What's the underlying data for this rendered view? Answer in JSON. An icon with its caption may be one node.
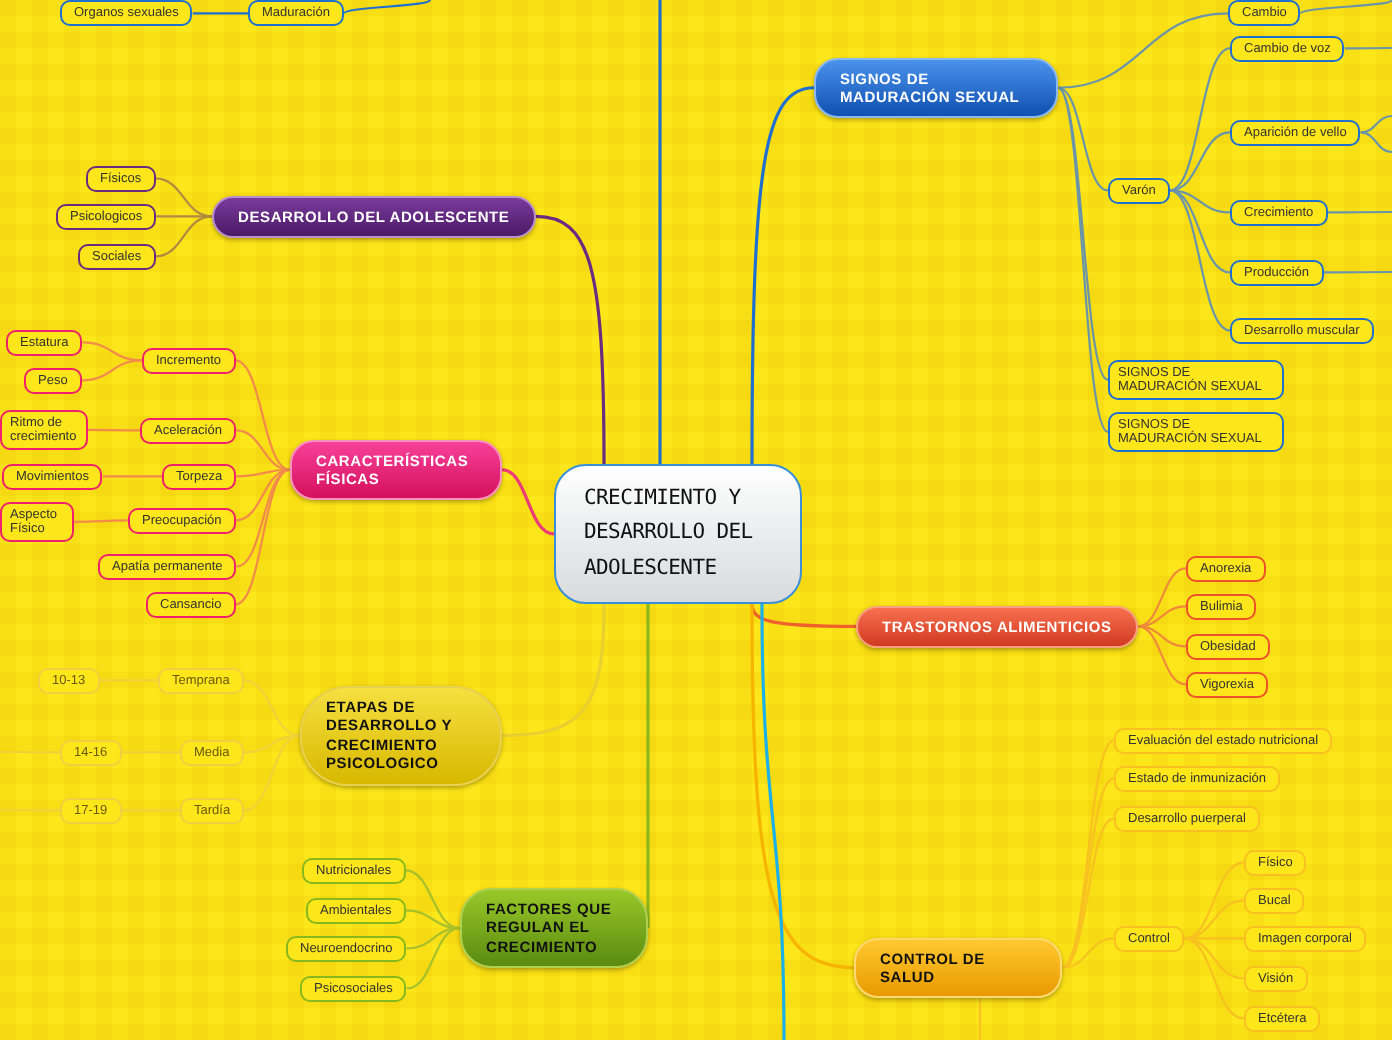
{
  "diagram": {
    "nodes": [
      {
        "text": [
          "CRECIMIENTO Y DESARROLLO DEL ADOLESCENTE"
        ]
      },
      {
        "text": [
          "Organos sexuales"
        ]
      },
      {
        "text": [
          "Maduración"
        ]
      },
      {
        "text": [
          "DESARROLLO DEL ADOLESCENTE"
        ]
      },
      {
        "text": [
          "Físicos"
        ]
      },
      {
        "text": [
          "Psicologicos"
        ]
      },
      {
        "text": [
          "Sociales"
        ]
      },
      {
        "text": [
          "CARACTERÍSTICAS FÍSICAS"
        ]
      },
      {
        "text": [
          "Incremento"
        ]
      },
      {
        "text": [
          "Estatura"
        ]
      },
      {
        "text": [
          "Peso"
        ]
      },
      {
        "text": [
          "Aceleración"
        ]
      },
      {
        "text": [
          "Ritmo de crecimiento"
        ]
      },
      {
        "text": [
          "Torpeza"
        ]
      },
      {
        "text": [
          "Movimientos"
        ]
      },
      {
        "text": [
          "Preocupación"
        ]
      },
      {
        "text": [
          "Aspecto Físico"
        ]
      },
      {
        "text": [
          "Apatía permanente"
        ]
      },
      {
        "text": [
          "Cansancio"
        ]
      },
      {
        "text": [
          "ETAPAS DE DESARROLLO Y CRECIMIENTO PSICOLOGICO"
        ]
      },
      {
        "text": [
          "Temprana"
        ]
      },
      {
        "text": [
          "10-13"
        ]
      },
      {
        "text": [
          "Media"
        ]
      },
      {
        "text": [
          "14-16"
        ]
      },
      {
        "text": [
          "Tardía"
        ]
      },
      {
        "text": [
          "17-19"
        ]
      },
      {
        "text": [
          "FACTORES QUE REGULAN EL CRECIMIENTO"
        ]
      },
      {
        "text": [
          "Nutricionales"
        ]
      },
      {
        "text": [
          "Ambientales"
        ]
      },
      {
        "text": [
          "Neuroendocrino"
        ]
      },
      {
        "text": [
          "Psicosociales"
        ]
      },
      {
        "text": [
          "SIGNOS DE MADURACIÓN SEXUAL"
        ]
      },
      {
        "text": [
          "Cambio"
        ]
      },
      {
        "text": [
          "Varón"
        ]
      },
      {
        "text": [
          "Cambio de voz"
        ]
      },
      {
        "text": [
          "Aparición de vello"
        ]
      },
      {
        "text": [
          "Crecimiento"
        ]
      },
      {
        "text": [
          "Producción"
        ]
      },
      {
        "text": [
          "Desarrollo muscular"
        ]
      },
      {
        "text": [
          "SIGNOS DE MADURACIÓN SEXUAL"
        ]
      },
      {
        "text": [
          "SIGNOS DE MADURACIÓN SEXUAL"
        ]
      },
      {
        "text": [
          "TRASTORNOS ALIMENTICIOS"
        ]
      },
      {
        "text": [
          "Anorexia"
        ]
      },
      {
        "text": [
          "Bulimia"
        ]
      },
      {
        "text": [
          "Obesidad"
        ]
      },
      {
        "text": [
          "Vigorexia"
        ]
      },
      {
        "text": [
          "CONTROL DE SALUD"
        ]
      },
      {
        "text": [
          "Evaluación del estado nutricional"
        ]
      },
      {
        "text": [
          "Estado de inmunización"
        ]
      },
      {
        "text": [
          "Desarrollo puerperal"
        ]
      },
      {
        "text": [
          "Control"
        ]
      },
      {
        "text": [
          "Físico"
        ]
      },
      {
        "text": [
          "Bucal"
        ]
      },
      {
        "text": [
          "Imagen corporal"
        ]
      },
      {
        "text": [
          "Visión"
        ]
      },
      {
        "text": [
          "Etcétera"
        ]
      }
    ],
    "edges": [
      {
        "from": 0,
        "to": 3,
        "arrow": "none",
        "color": "#6a2c80"
      },
      {
        "from": 0,
        "to": 7,
        "arrow": "none",
        "color": "#ec3c78"
      },
      {
        "from": 0,
        "to": 19,
        "arrow": "none",
        "color": "#e8d030"
      },
      {
        "from": 0,
        "to": 26,
        "arrow": "none",
        "color": "#88b81c"
      },
      {
        "from": 0,
        "to": 31,
        "arrow": "none"
      },
      {
        "from": 0,
        "to": 41,
        "arrow": "none",
        "color": "#f0602a"
      },
      {
        "from": 0,
        "to": 46,
        "arrow": "none",
        "color": "#f6b400"
      },
      {
        "from": 0,
        "to": null,
        "arrow": "none"
      },
      {
        "from": 0,
        "to": null,
        "arrow": "none",
        "color": "#1ab0e8"
      },
      {
        "from": 2,
        "to": 1,
        "arrow": "none"
      },
      {
        "from": 2,
        "to": null,
        "arrow": "none"
      },
      {
        "from": 3,
        "to": 4,
        "arrow": "none",
        "color": "#b08a40"
      },
      {
        "from": 3,
        "to": 5,
        "arrow": "none",
        "color": "#b08a40"
      },
      {
        "from": 3,
        "to": 6,
        "arrow": "none",
        "color": "#b08a40"
      },
      {
        "from": 7,
        "to": 8,
        "arrow": "none",
        "color": "#f28a4a"
      },
      {
        "from": 8,
        "to": 9,
        "arrow": "none",
        "color": "#f28a4a"
      },
      {
        "from": 8,
        "to": 10,
        "arrow": "none",
        "color": "#f28a4a"
      },
      {
        "from": 7,
        "to": 11,
        "arrow": "none",
        "color": "#f28a4a"
      },
      {
        "from": 11,
        "to": 12,
        "arrow": "none",
        "color": "#f28a4a"
      },
      {
        "from": 7,
        "to": 13,
        "arrow": "none",
        "color": "#f28a4a"
      },
      {
        "from": 13,
        "to": 14,
        "arrow": "none",
        "color": "#f28a4a"
      },
      {
        "from": 7,
        "to": 15,
        "arrow": "none",
        "color": "#f28a4a"
      },
      {
        "from": 15,
        "to": 16,
        "arrow": "none",
        "color": "#f28a4a"
      },
      {
        "from": 7,
        "to": 17,
        "arrow": "none",
        "color": "#f28a4a"
      },
      {
        "from": 7,
        "to": 18,
        "arrow": "none",
        "color": "#f28a4a"
      },
      {
        "from": 19,
        "to": 20,
        "arrow": "none",
        "color": "#efd23a"
      },
      {
        "from": 20,
        "to": 21,
        "arrow": "none",
        "color": "#efd23a"
      },
      {
        "from": 19,
        "to": 22,
        "arrow": "none",
        "color": "#efd23a"
      },
      {
        "from": 22,
        "to": 23,
        "arrow": "none",
        "color": "#efd23a"
      },
      {
        "from": 23,
        "to": null,
        "arrow": "none",
        "color": "#efd23a"
      },
      {
        "from": 19,
        "to": 24,
        "arrow": "none",
        "color": "#efd23a"
      },
      {
        "from": 24,
        "to": 25,
        "arrow": "none",
        "color": "#efd23a"
      },
      {
        "from": 25,
        "to": null,
        "arrow": "none",
        "color": "#efd23a"
      },
      {
        "from": 26,
        "to": 27,
        "arrow": "none",
        "color": "#a8c02a"
      },
      {
        "from": 26,
        "to": 28,
        "arrow": "none",
        "color": "#a8c02a"
      },
      {
        "from": 26,
        "to": 29,
        "arrow": "none",
        "color": "#a8c02a"
      },
      {
        "from": 26,
        "to": 30,
        "arrow": "none",
        "color": "#a8c02a"
      },
      {
        "from": 31,
        "to": 32,
        "arrow": "none",
        "color": "#6a94a8"
      },
      {
        "from": 32,
        "to": null,
        "arrow": "none",
        "color": "#6a94a8"
      },
      {
        "from": 31,
        "to": 33,
        "arrow": "none",
        "color": "#6a94a8"
      },
      {
        "from": 33,
        "to": 34,
        "arrow": "none",
        "color": "#6a94a8"
      },
      {
        "from": 33,
        "to": 35,
        "arrow": "none",
        "color": "#6a94a8"
      },
      {
        "from": 33,
        "to": 36,
        "arrow": "none",
        "color": "#6a94a8"
      },
      {
        "from": 33,
        "to": 37,
        "arrow": "none",
        "color": "#6a94a8"
      },
      {
        "from": 33,
        "to": 38,
        "arrow": "none",
        "color": "#6a94a8"
      },
      {
        "from": 34,
        "to": null,
        "arrow": "none",
        "color": "#6a94a8"
      },
      {
        "from": 35,
        "to": null,
        "arrow": "none",
        "color": "#6a94a8"
      },
      {
        "from": 35,
        "to": null,
        "arrow": "none",
        "color": "#6a94a8"
      },
      {
        "from": 36,
        "to": null,
        "arrow": "none",
        "color": "#6a94a8"
      },
      {
        "from": 37,
        "to": null,
        "arrow": "none",
        "color": "#6a94a8"
      },
      {
        "from": 31,
        "to": 39,
        "arrow": "none",
        "color": "#6a94a8"
      },
      {
        "from": 31,
        "to": 40,
        "arrow": "none",
        "color": "#6a94a8"
      },
      {
        "from": 41,
        "to": 42,
        "arrow": "none",
        "color": "#f08a3a"
      },
      {
        "from": 41,
        "to": 43,
        "arrow": "none",
        "color": "#f08a3a"
      },
      {
        "from": 41,
        "to": 44,
        "arrow": "none",
        "color": "#f08a3a"
      },
      {
        "from": 41,
        "to": 45,
        "arrow": "none",
        "color": "#f08a3a"
      },
      {
        "from": 46,
        "to": 47,
        "arrow": "none",
        "color": "#f8c020"
      },
      {
        "from": 46,
        "to": 48,
        "arrow": "none",
        "color": "#f8c020"
      },
      {
        "from": 46,
        "to": 49,
        "arrow": "none",
        "color": "#f8c020"
      },
      {
        "from": 46,
        "to": 50,
        "arrow": "none",
        "color": "#f8c020"
      },
      {
        "from": 50,
        "to": 51,
        "arrow": "none",
        "color": "#f8c020"
      },
      {
        "from": 50,
        "to": 52,
        "arrow": "none",
        "color": "#f8c020"
      },
      {
        "from": 50,
        "to": 53,
        "arrow": "none",
        "color": "#f8c020"
      },
      {
        "from": 50,
        "to": 54,
        "arrow": "none",
        "color": "#f8c020"
      },
      {
        "from": 50,
        "to": 55,
        "arrow": "none",
        "color": "#f8c020"
      },
      {
        "from": 46,
        "to": null,
        "arrow": "none",
        "color": "#f8c020"
      }
    ]
  }
}
